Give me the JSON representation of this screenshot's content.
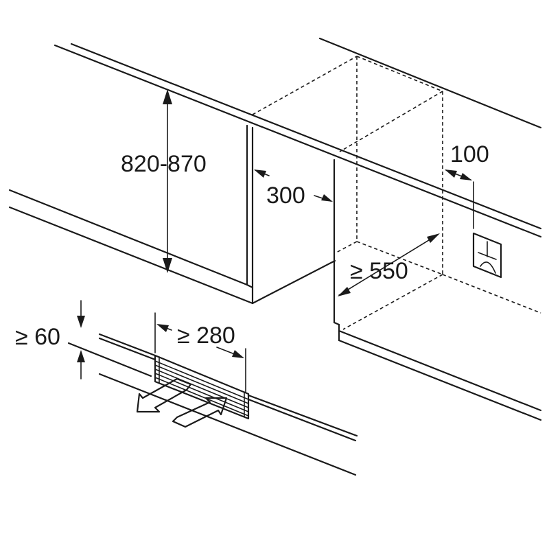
{
  "diagram": {
    "dimensions": {
      "height": "820-870",
      "side_gap": "300",
      "socket_offset": "100",
      "depth": "≥ 550",
      "plinth_height": "≥ 60",
      "vent_width": "≥ 280"
    },
    "colors": {
      "stroke": "#1a1a1a",
      "background": "#ffffff"
    },
    "icons": [
      "power-socket-icon",
      "airflow-out-arrow-icon",
      "airflow-in-arrow-icon"
    ]
  }
}
